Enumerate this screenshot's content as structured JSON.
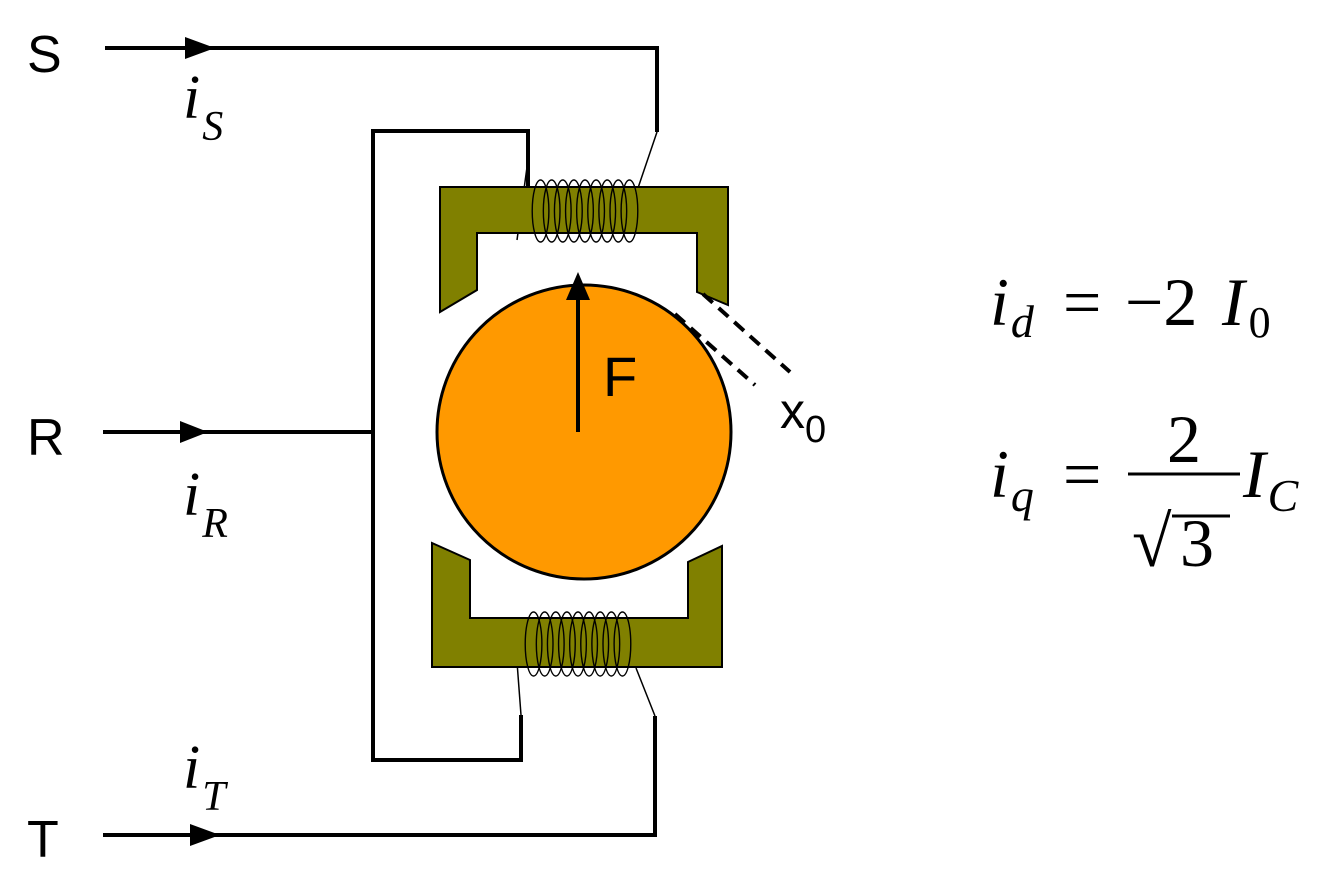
{
  "terminals": {
    "s": "S",
    "r": "R",
    "t": "T"
  },
  "currents": {
    "s": {
      "main": "i",
      "sub": "S"
    },
    "r": {
      "main": "i",
      "sub": "R"
    },
    "t": {
      "main": "i",
      "sub": "T"
    }
  },
  "force_label": "F",
  "gap_label": {
    "main": "x",
    "sub": "0"
  },
  "equations": {
    "id": {
      "var": "i",
      "var_sub": "d",
      "equals": "=",
      "rhs": "−2",
      "rhs_var": "I",
      "rhs_sub": "0"
    },
    "iq": {
      "var": "i",
      "var_sub": "q",
      "equals": "=",
      "numerator": "2",
      "radical": "√",
      "radicand": "3",
      "rhs_var": "I",
      "rhs_sub": "C"
    }
  },
  "colors": {
    "core": "#808000",
    "rotor": "#FF9900",
    "line": "#000000"
  }
}
